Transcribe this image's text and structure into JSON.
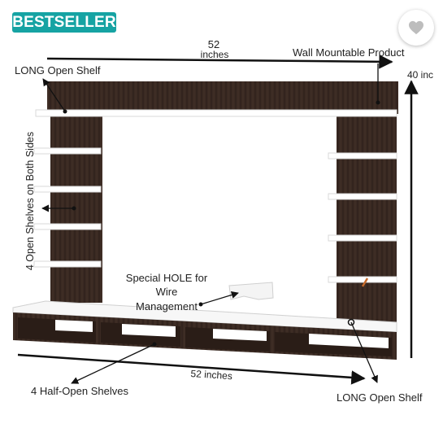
{
  "badge": {
    "label": "BESTSELLER"
  },
  "wishlist": {
    "icon": "heart-icon"
  },
  "dimensions": {
    "top_width_value": "52",
    "top_width_unit": "inches",
    "bottom_width": "52 inches",
    "height": "40 inc"
  },
  "annotations": {
    "wall_mountable": "Wall Mountable Product",
    "long_shelf_top": "LONG Open Shelf",
    "open_shelves_side": "4 Open Shelves  on Both Sides",
    "hole_line1": "Special HOLE for",
    "hole_line2": "Wire",
    "hole_line3": "Management",
    "half_open_shelves": "4 Half-Open Shelves",
    "long_shelf_bottom": "LONG Open Shelf"
  },
  "colors": {
    "wood": "#3a2a22",
    "shelf": "#ffffff",
    "badge": "#16a3a3",
    "heart": "#bdbdbd",
    "arrow": "#111111"
  }
}
